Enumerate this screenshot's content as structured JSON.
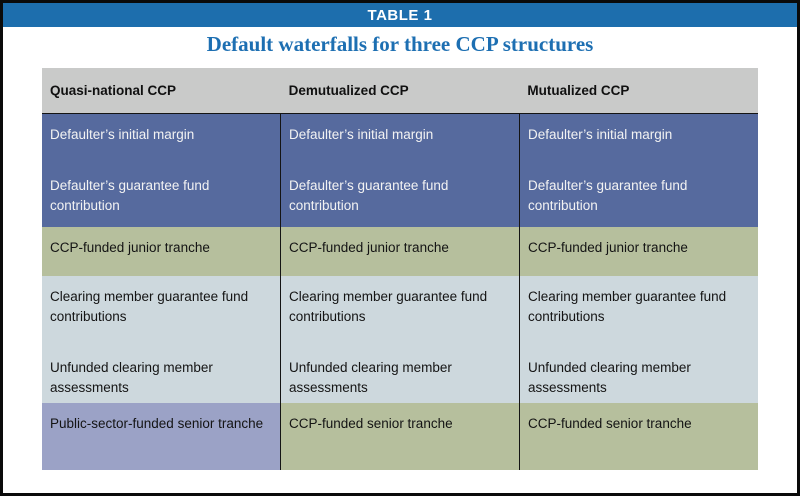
{
  "caption": {
    "label": "TABLE 1"
  },
  "title": "Default waterfalls for three CCP structures",
  "colors": {
    "accent_blue": "#1d6ead",
    "title_blue": "#1d6fb2",
    "header_gray": "#c9cac9",
    "defaulter_row_blue": "#566a9e",
    "ccp_funded_green": "#b6bf9d",
    "member_row_pale_blue": "#cdd8dd",
    "public_sector_purple": "#9ba2c6",
    "line_black": "#141414"
  },
  "table": {
    "columns": [
      "Quasi-national CCP",
      "Demutualized CCP",
      "Mutualized CCP"
    ],
    "rows": [
      {
        "name": "defaulter-resources",
        "cells": [
          {
            "lines": [
              "Defaulter’s initial margin",
              "Defaulter’s guarantee fund contribution"
            ]
          },
          {
            "lines": [
              "Defaulter’s initial margin",
              "Defaulter’s guarantee fund contribution"
            ]
          },
          {
            "lines": [
              "Defaulter’s initial margin",
              "Defaulter’s guarantee fund contribution"
            ]
          }
        ]
      },
      {
        "name": "junior-tranche",
        "cells": [
          {
            "lines": [
              "CCP-funded junior tranche"
            ]
          },
          {
            "lines": [
              "CCP-funded junior tranche"
            ]
          },
          {
            "lines": [
              "CCP-funded junior tranche"
            ]
          }
        ]
      },
      {
        "name": "member-resources",
        "cells": [
          {
            "lines": [
              "Clearing member guarantee fund contributions",
              "Unfunded clearing member assessments"
            ]
          },
          {
            "lines": [
              "Clearing member guarantee fund contributions",
              "Unfunded clearing member assessments"
            ]
          },
          {
            "lines": [
              "Clearing member guarantee fund contributions",
              "Unfunded clearing member assessments"
            ]
          }
        ]
      },
      {
        "name": "senior-tranche",
        "cells": [
          {
            "lines": [
              "Public-sector-funded senior tranche"
            ]
          },
          {
            "lines": [
              "CCP-funded senior tranche"
            ]
          },
          {
            "lines": [
              "CCP-funded senior tranche"
            ]
          }
        ]
      }
    ]
  }
}
